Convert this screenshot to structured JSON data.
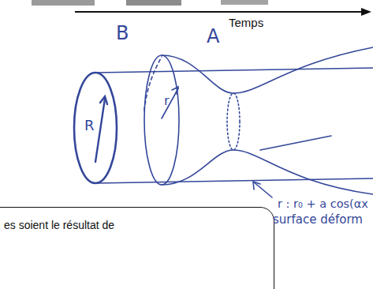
{
  "diagram": {
    "nodes": [
      {
        "text": [
          "es soient le résultat de"
        ]
      }
    ],
    "labels": [
      "Temps",
      "B",
      "A",
      "R",
      "r",
      "r : r₀ + a cos(αx",
      "surface déform"
    ]
  }
}
